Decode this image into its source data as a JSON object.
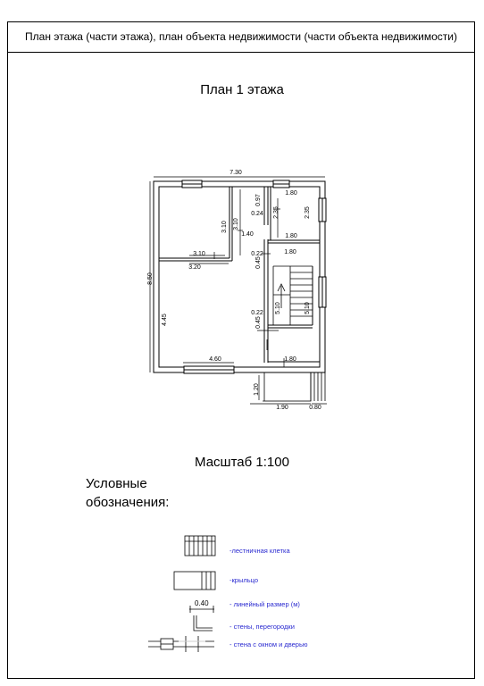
{
  "header": {
    "text": "План этажа (части этажа), план объекта недвижимости (части объекта недвижимости)"
  },
  "plan_title": "План  1 этажа",
  "scale_label": "Масштаб 1:100",
  "legend": {
    "title_line1": "Условные",
    "title_line2": "обозначения:",
    "items": {
      "stair": "-лестничная клетка",
      "porch": "-крыльцо",
      "dimension": "- линейный размер (м)",
      "dimension_sample": "0.40",
      "walls": "-  стены, перегородки",
      "wall_window_door": "-  стена  с окном  и дверью"
    }
  },
  "dimensions": {
    "overall_width": "7.30",
    "overall_depth": "8.50",
    "room1_height": "3.10",
    "room1_height_b": "3.10",
    "room1_width": "3.10",
    "room1_width_b": "3.20",
    "corridor_width": "1.40",
    "wall_097": "0.97",
    "wall_024": "0.24",
    "bath_top_width": "1.80",
    "bath_bottom_width": "1.80",
    "bath_height_a": "2.35",
    "bath_height_b": "2.35",
    "wall_022_a": "0.22",
    "wall_045_a": "0.45",
    "stair_top_width": "1.80",
    "stair_length_a": "5.10",
    "stair_length_b": "5.10",
    "wall_022_b": "0.22",
    "wall_045_b": "0.45",
    "living_height": "4.45",
    "living_width": "4.60",
    "hall_width": "1.80",
    "porch_height": "1.20",
    "porch_width": "1.90",
    "porch_step_width": "0.80"
  }
}
